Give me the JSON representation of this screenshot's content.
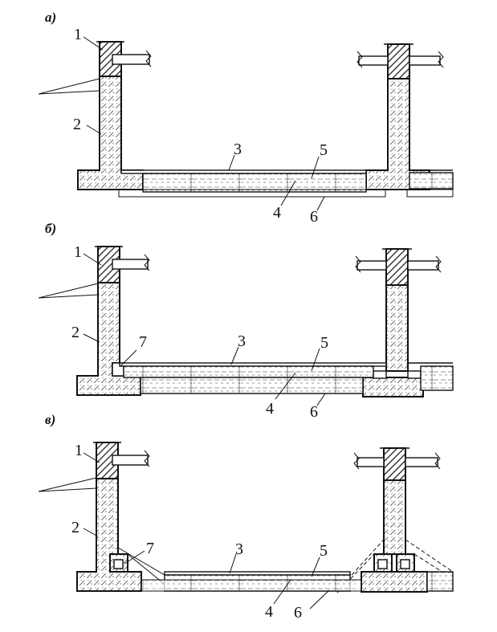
{
  "panels": [
    {
      "letter": "а)",
      "callouts": [
        "1",
        "2",
        "3",
        "4",
        "5",
        "6"
      ]
    },
    {
      "letter": "б)",
      "callouts": [
        "1",
        "2",
        "3",
        "4",
        "5",
        "6",
        "7"
      ]
    },
    {
      "letter": "в)",
      "callouts": [
        "1",
        "2",
        "3",
        "4",
        "5",
        "6",
        "7"
      ]
    }
  ]
}
